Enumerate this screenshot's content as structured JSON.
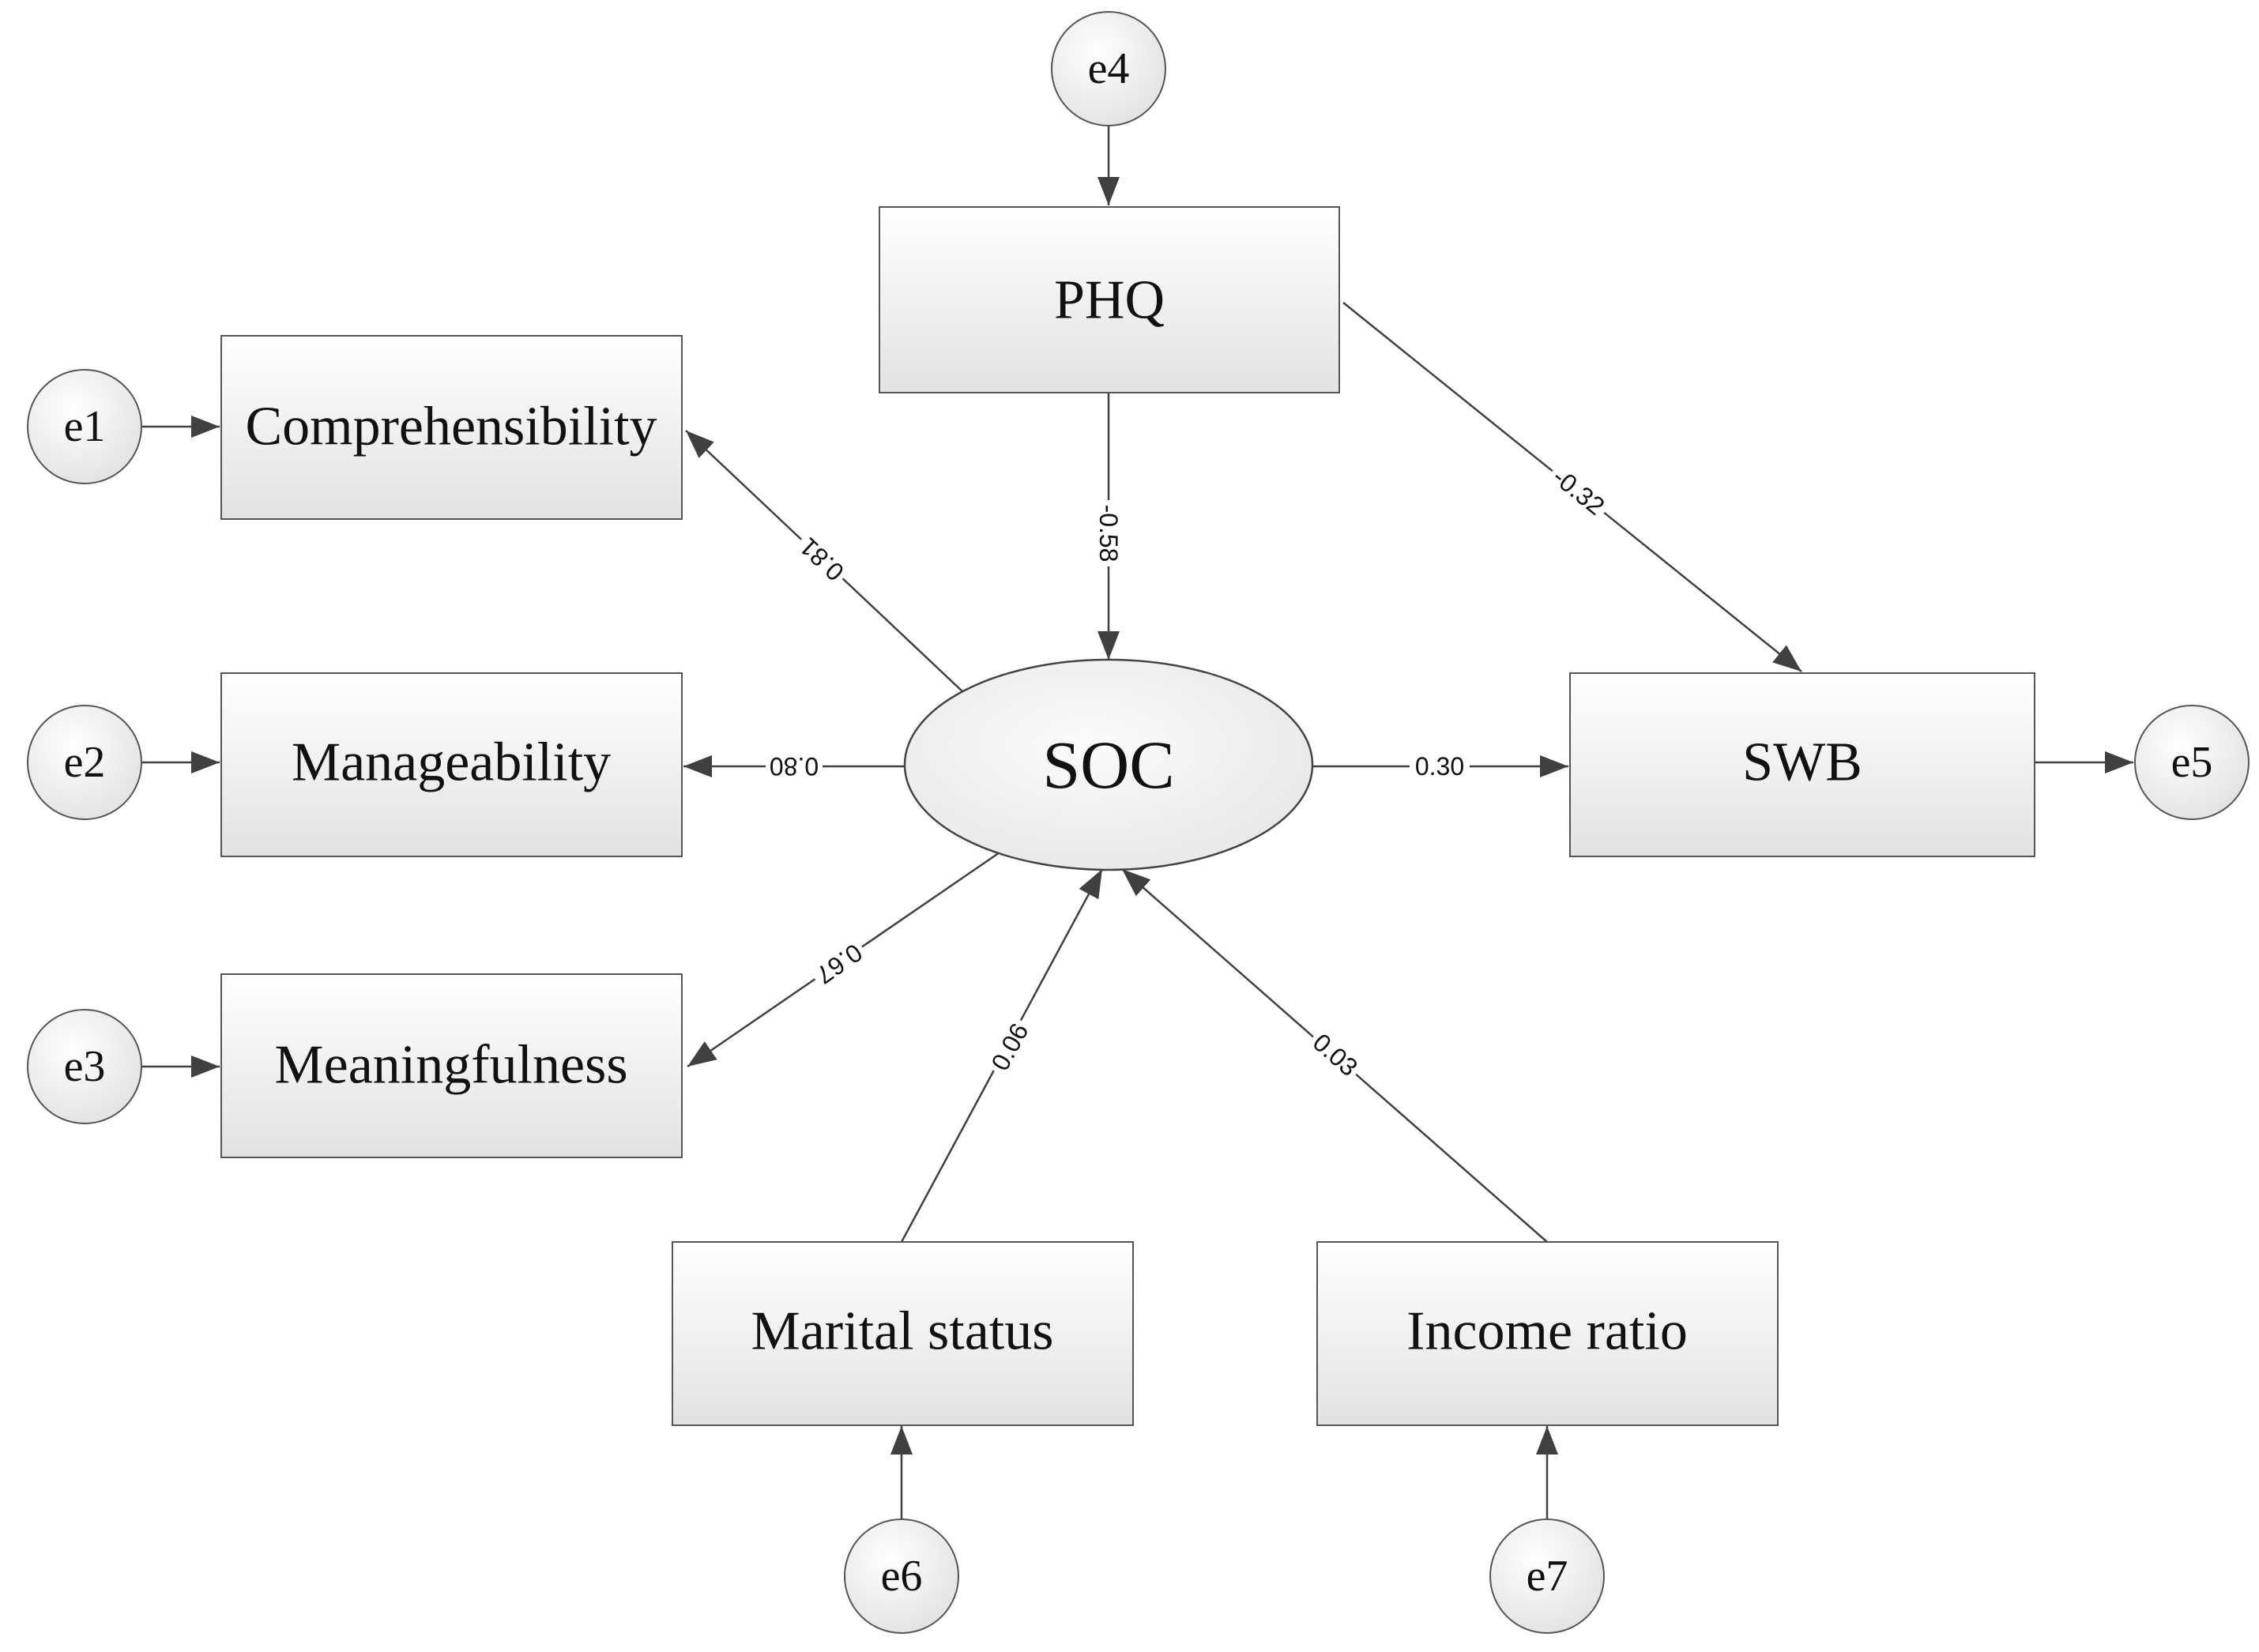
{
  "diagram": {
    "nodes": {
      "phq": "PHQ",
      "comprehensibility": "Comprehensibility",
      "manageability": "Manageability",
      "meaningfulness": "Meaningfulness",
      "soc": "SOC",
      "swb": "SWB",
      "marital": "Marital status",
      "income": "Income ratio"
    },
    "errors": {
      "e1": "e1",
      "e2": "e2",
      "e3": "e3",
      "e4": "e4",
      "e5": "e5",
      "e6": "e6",
      "e7": "e7"
    },
    "paths": {
      "phq_soc": "-0.58",
      "phq_swb": "-0.32",
      "soc_comprehensibility": "0.81",
      "soc_manageability": "0.80",
      "soc_meaningfulness": "0.67",
      "soc_swb": "0.30",
      "marital_soc": "0.06",
      "income_soc": "0.03"
    }
  }
}
